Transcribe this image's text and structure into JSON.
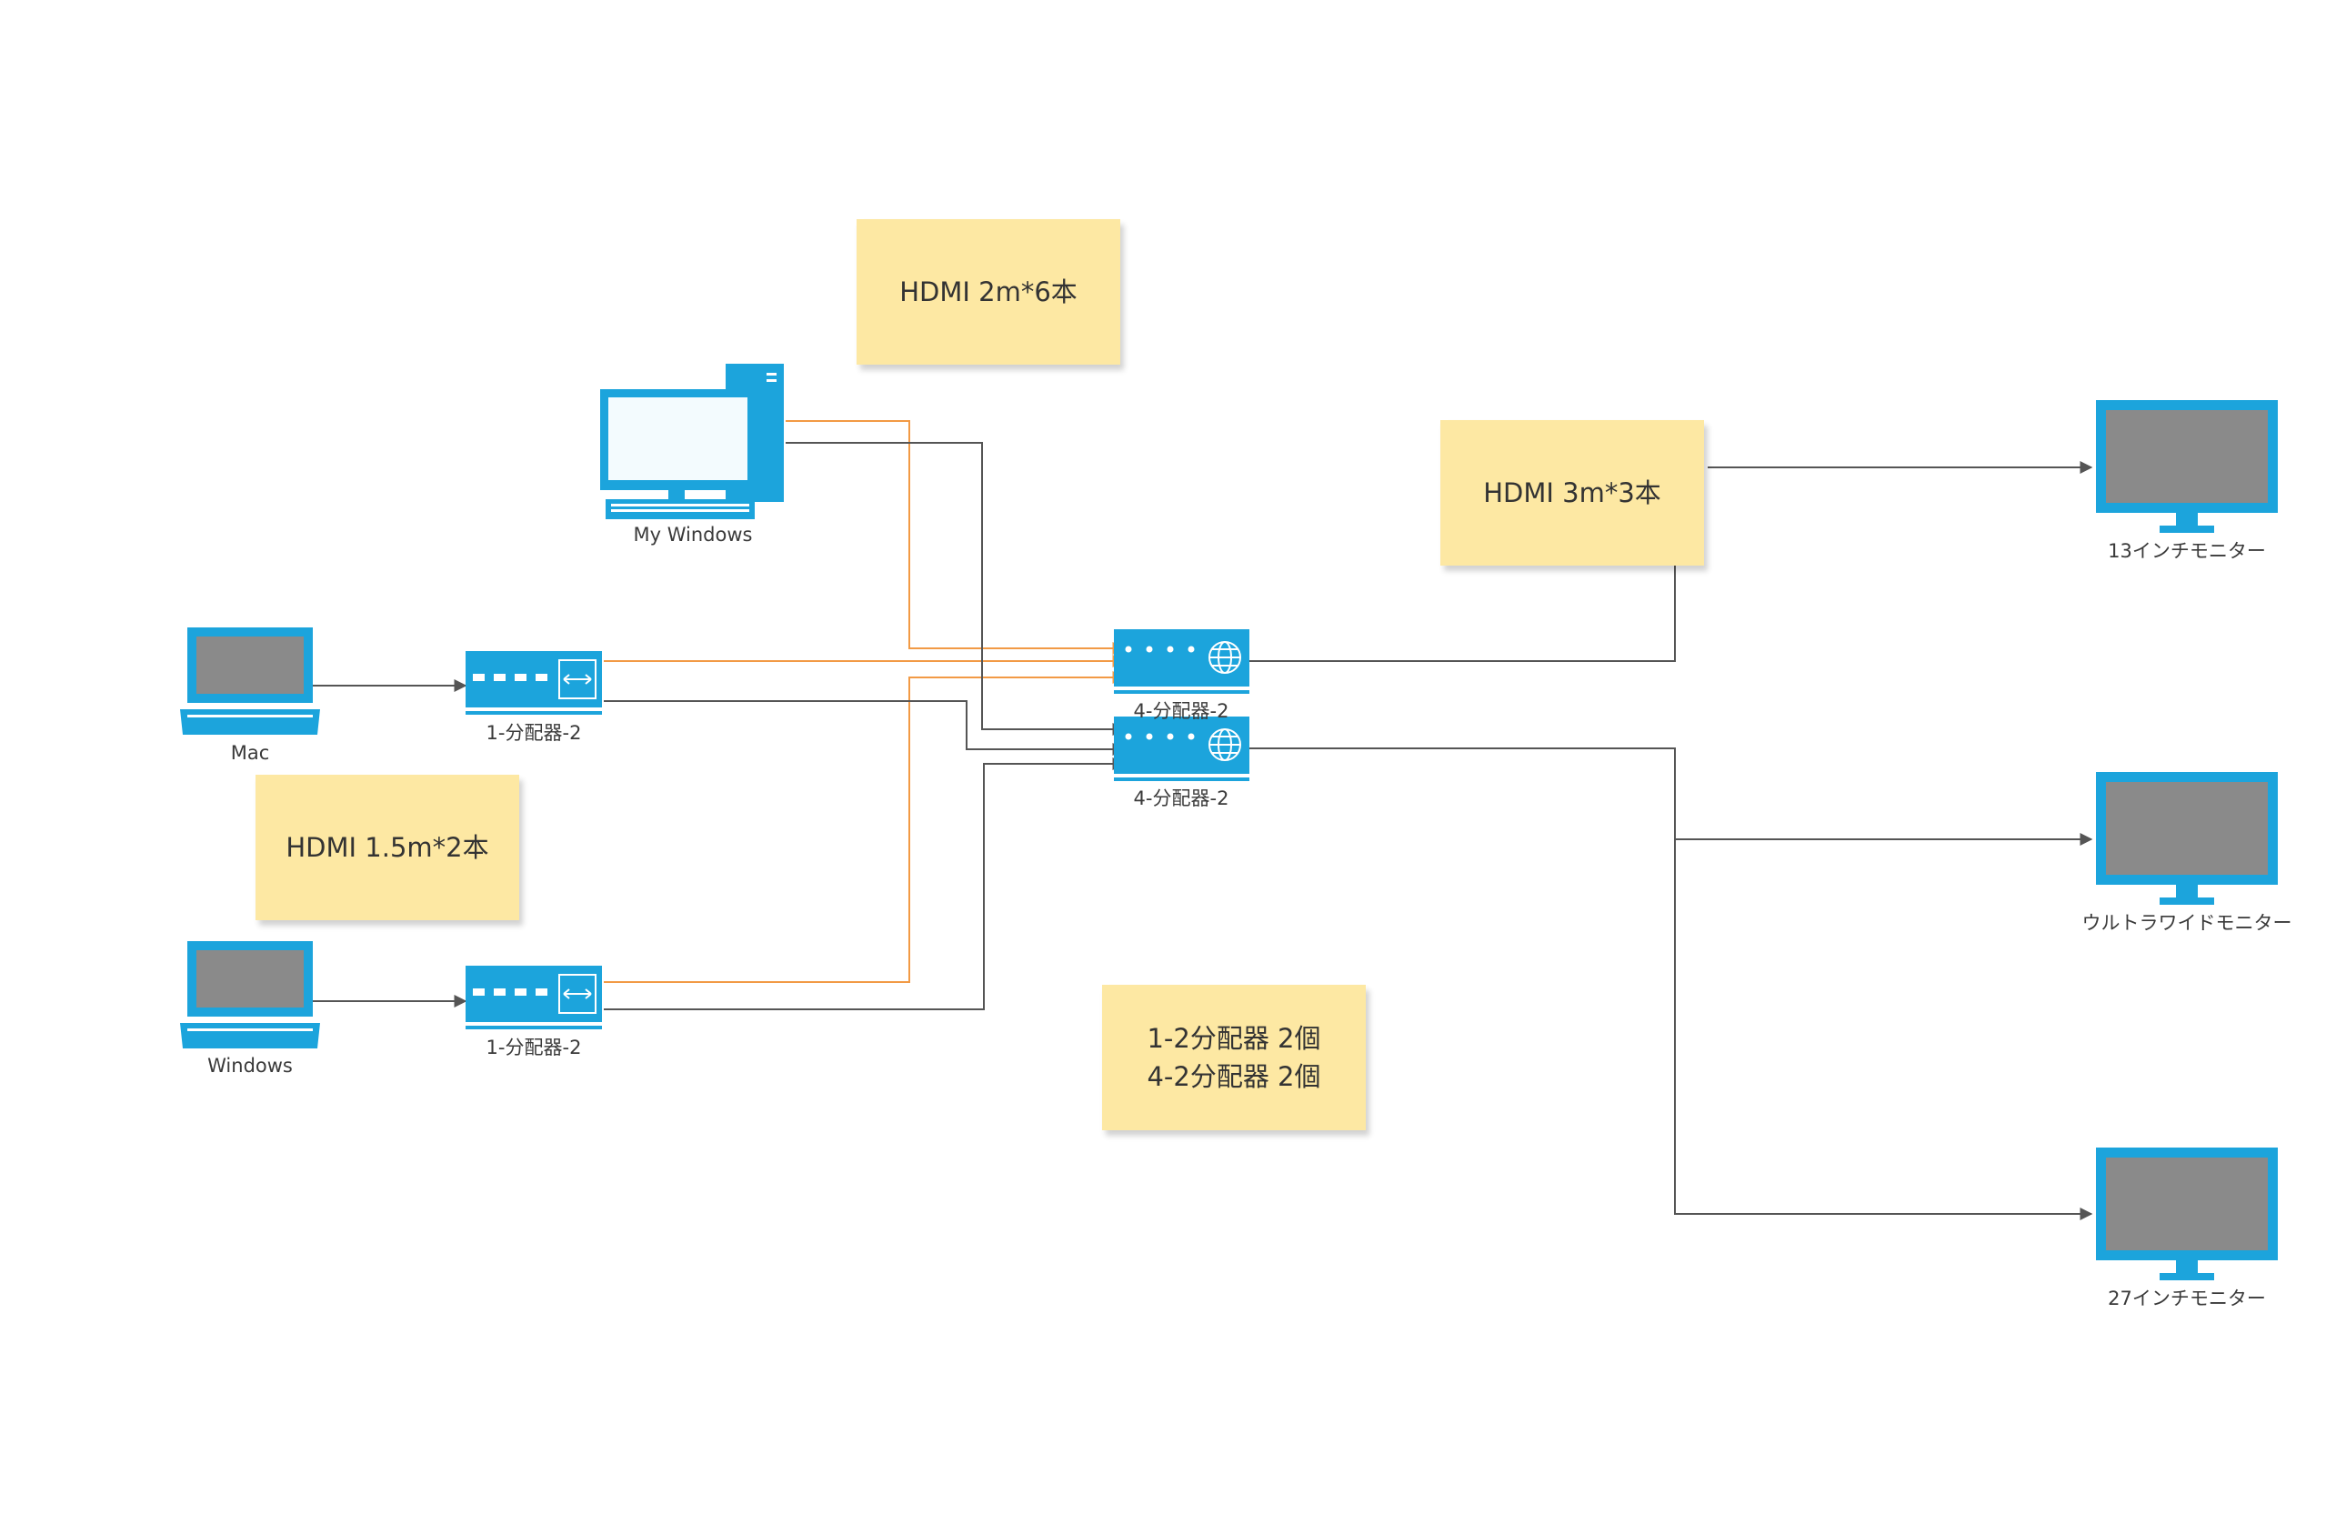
{
  "colors": {
    "device": "#1ca4dc",
    "screen": "#8a8a8a",
    "note": "#fde8a3",
    "wire_orange": "#f29a45",
    "wire_gray": "#555555"
  },
  "devices": {
    "desktop": {
      "label": "My Windows",
      "icon": "desktop-computer-icon"
    },
    "mac": {
      "label": "Mac",
      "icon": "laptop-icon"
    },
    "windows": {
      "label": "Windows",
      "icon": "laptop-icon"
    },
    "splitter_top": {
      "label": "1-分配器-2",
      "icon": "splitter-icon"
    },
    "splitter_bottom": {
      "label": "1-分配器-2",
      "icon": "splitter-icon"
    },
    "switch_top": {
      "label": "4-分配器-2",
      "icon": "switch-icon"
    },
    "switch_bottom": {
      "label": "4-分配器-2",
      "icon": "switch-icon"
    },
    "monitor_13": {
      "label": "13インチモニター",
      "icon": "monitor-icon"
    },
    "monitor_ultrawide": {
      "label": "ウルトラワイドモニター",
      "icon": "monitor-icon"
    },
    "monitor_27": {
      "label": "27インチモニター",
      "icon": "monitor-icon"
    }
  },
  "notes": {
    "hdmi_2m": [
      "HDMI 2m*6本"
    ],
    "hdmi_3m": [
      "HDMI 3m*3本"
    ],
    "hdmi_15m": [
      "HDMI 1.5m*2本"
    ],
    "splitters": [
      "1-2分配器 2個",
      "4-2分配器 2個"
    ]
  }
}
